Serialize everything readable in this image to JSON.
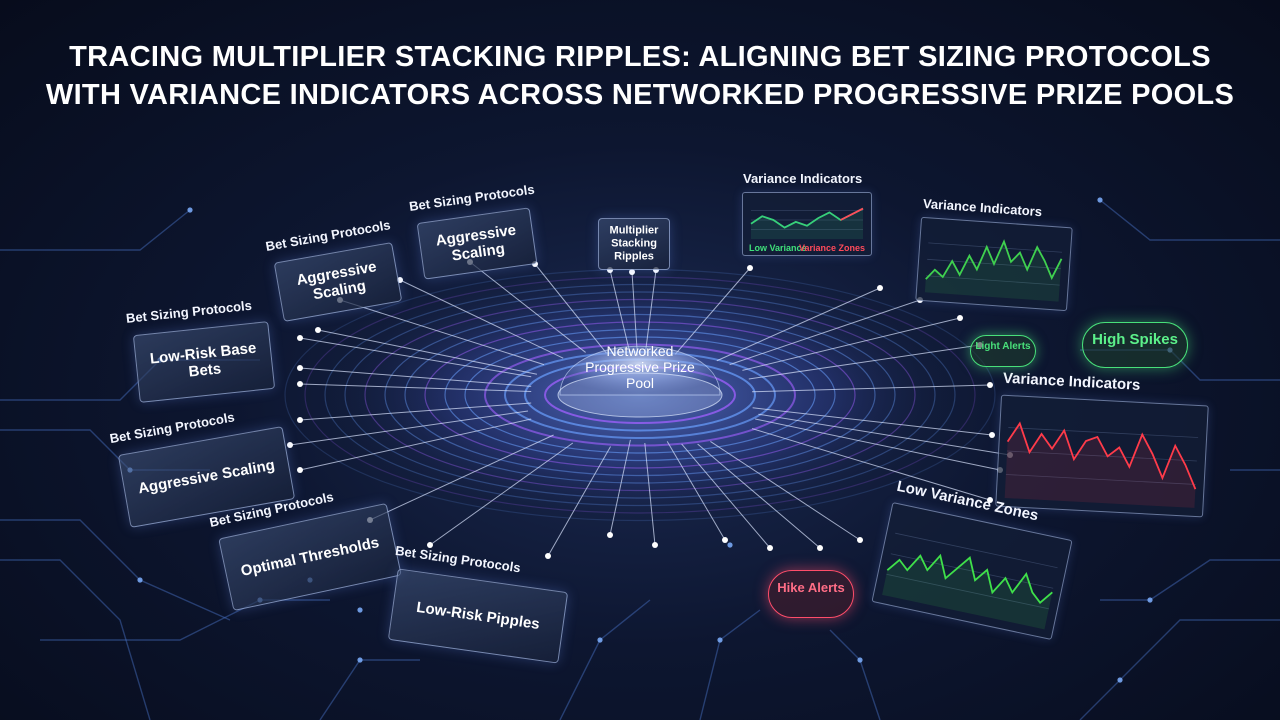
{
  "title": {
    "line1": "TRACING MULTIPLIER STACKING RIPPLES: ALIGNING BET SIZING PROTOCOLS",
    "line2": "WITH VARIANCE INDICATORS ACROSS NETWORKED PROGRESSIVE PRIZE POOLS"
  },
  "hub": {
    "label": "Networked Progressive Prize Pool"
  },
  "left_panels": [
    {
      "title": "Bet Sizing Protocols",
      "body": "Aggressive Scaling"
    },
    {
      "title": "Bet Sizing Protocols",
      "body": "Aggressive Scaling"
    },
    {
      "title": "Bet Sizing Protocols",
      "body": "Low-Risk Base Bets"
    },
    {
      "title": "Bet Sizing Protocols",
      "body": "Aggressive Scaling"
    },
    {
      "title": "Bet Sizing Protocols",
      "body": "Optimal Thresholds"
    },
    {
      "title": "Bet Sizing Protocols",
      "body": "Low-Risk Pipples"
    }
  ],
  "center_panel": {
    "body": "Multiplier Stacking Ripples"
  },
  "charts": [
    {
      "title": "Variance Indicators",
      "footer_left": "Low Variance",
      "footer_right": "Variance Zones",
      "line_color": "#37d07a",
      "accent_color": "#ff4a5a",
      "values": [
        0.4,
        0.6,
        0.5,
        0.3,
        0.45,
        0.35,
        0.55,
        0.7,
        0.5,
        0.65,
        0.8
      ]
    },
    {
      "title": "Variance Indicators",
      "line_color": "#3fd04f",
      "values": [
        0.2,
        0.35,
        0.25,
        0.5,
        0.3,
        0.6,
        0.4,
        0.75,
        0.5,
        0.85,
        0.55,
        0.7,
        0.45,
        0.8,
        0.6,
        0.35,
        0.65
      ]
    },
    {
      "title": "Variance Indicators",
      "line_color": "#ff3b4a",
      "values": [
        0.6,
        0.8,
        0.5,
        0.7,
        0.55,
        0.75,
        0.45,
        0.65,
        0.7,
        0.5,
        0.6,
        0.4,
        0.75,
        0.55,
        0.3,
        0.65,
        0.45,
        0.2
      ]
    },
    {
      "title": "Low Variance Zones",
      "line_color": "#3fe04a",
      "values": [
        0.3,
        0.45,
        0.35,
        0.55,
        0.4,
        0.6,
        0.35,
        0.5,
        0.65,
        0.4,
        0.55,
        0.3,
        0.5,
        0.35,
        0.6,
        0.4,
        0.3,
        0.45
      ]
    }
  ],
  "pills": {
    "light_alerts": "Light Alerts",
    "high_spikes": "High Spikes",
    "hike_alerts": "Hike Alerts"
  },
  "colors": {
    "accent_blue": "#6aa0ff",
    "accent_purple": "#a060ff",
    "node_white": "#ffffff",
    "pill_green": "#48e07a",
    "pill_red": "#ff4d6a"
  }
}
